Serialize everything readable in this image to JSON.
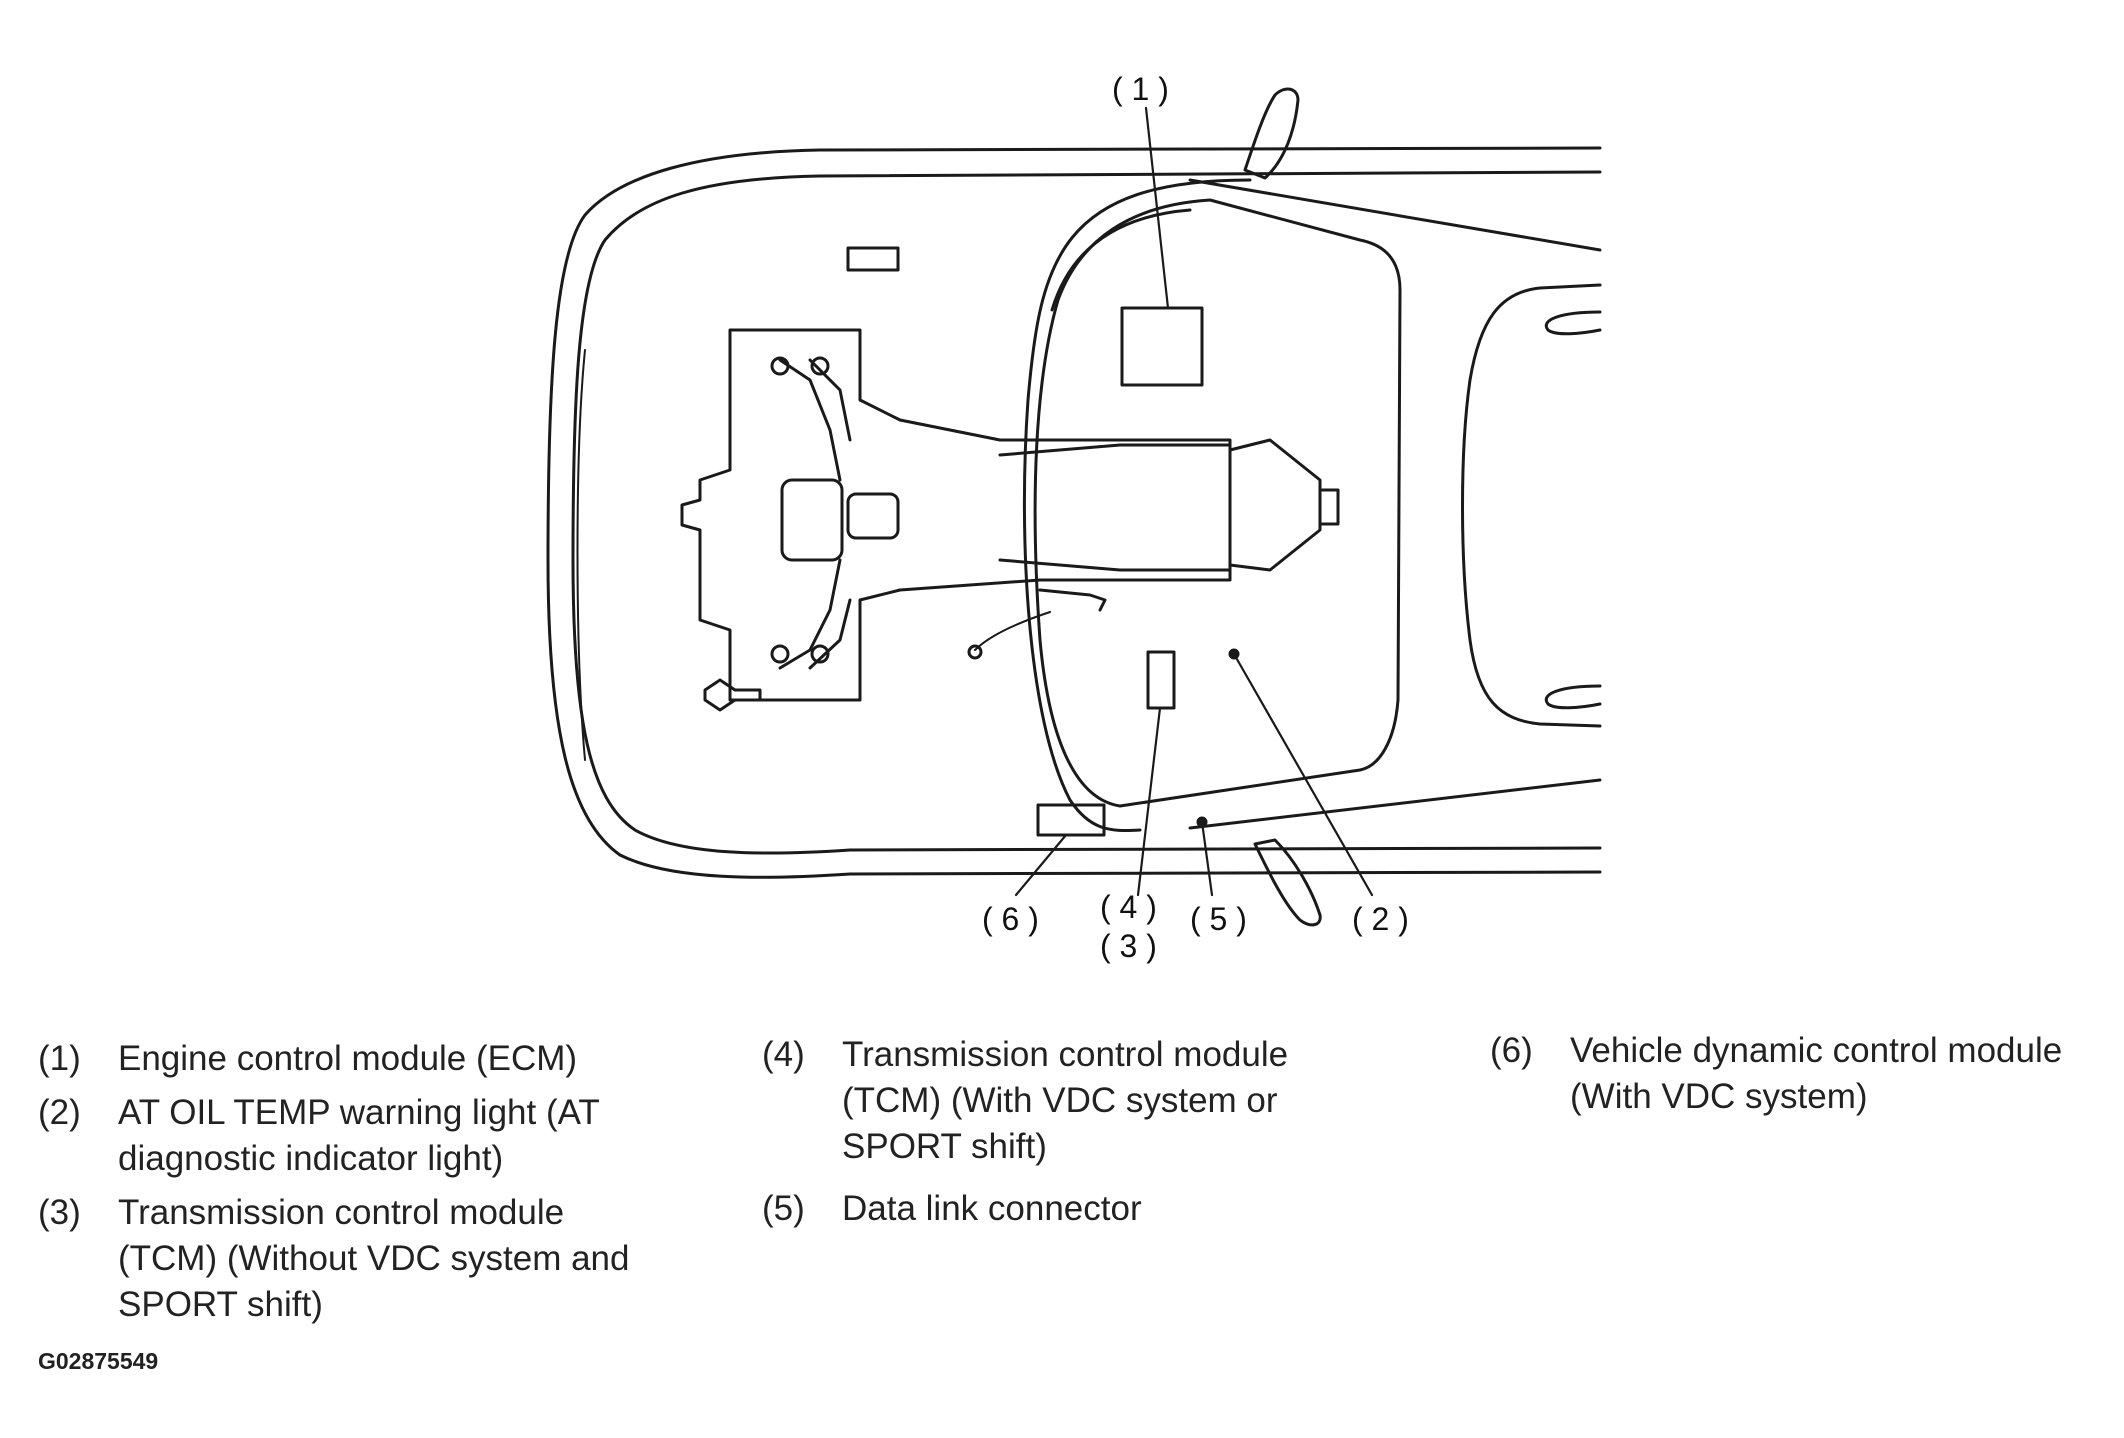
{
  "callouts": {
    "c1": "( 1 )",
    "c2": "( 2 )",
    "c3": "( 3 )",
    "c4": "( 4 )",
    "c5": "( 5 )",
    "c6": "( 6 )"
  },
  "legend": [
    {
      "num": "(1)",
      "text": "Engine control module (ECM)"
    },
    {
      "num": "(2)",
      "text": "AT OIL TEMP warning light (AT\ndiagnostic indicator light)"
    },
    {
      "num": "(3)",
      "text": "Transmission control module\n(TCM) (Without VDC system and\nSPORT shift)"
    },
    {
      "num": "(4)",
      "text": "Transmission control module\n(TCM) (With VDC system or\nSPORT shift)"
    },
    {
      "num": "(5)",
      "text": "Data link connector"
    },
    {
      "num": "(6)",
      "text": "Vehicle dynamic control module\n(With VDC system)"
    }
  ],
  "figure_id": "G02875549",
  "colors": {
    "line": "#1a1a1a",
    "background": "#ffffff",
    "text": "#222222"
  }
}
